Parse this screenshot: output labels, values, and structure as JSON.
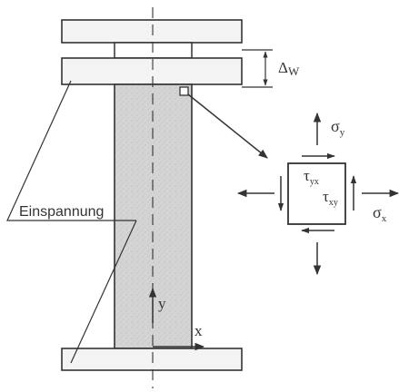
{
  "labels": {
    "clamping": "Einspannung",
    "delta_w": "Δ",
    "delta_w_sub": "W",
    "axis_y": "y",
    "axis_x": "x",
    "sigma_y": "σ",
    "sigma_y_sub": "y",
    "sigma_x": "σ",
    "sigma_x_sub": "x",
    "tau_yx": "τ",
    "tau_yx_sub": "yx",
    "tau_xy": "τ",
    "tau_xy_sub": "xy"
  }
}
